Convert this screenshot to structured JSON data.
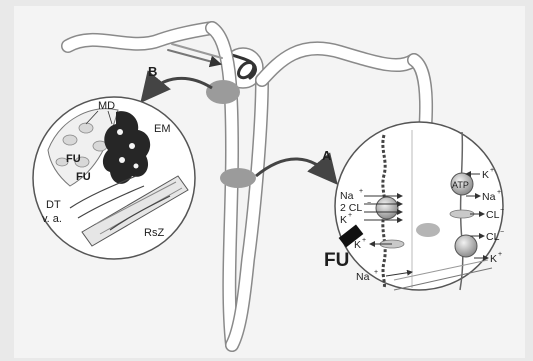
{
  "diagram": {
    "label_a": "A",
    "label_b": "B",
    "left_inset": {
      "md": "MD",
      "em": "EM",
      "fu1": "FU",
      "fu2": "FU",
      "dt": "DT",
      "va": "v. a.",
      "rsz": "RsZ"
    },
    "right_inset": {
      "na_plus": "Na",
      "two_cl": "2 CL",
      "k_plus_1": "K",
      "k_plus_2": "K",
      "fu": "FU",
      "na_plus_bottom": "Na",
      "atp": "ATP",
      "k_plus_right": "K",
      "na_plus_right": "Na",
      "cl_minus_1": "CL",
      "cl_minus_2": "CL",
      "k_plus_right_bottom": "K"
    },
    "colors": {
      "tubule": "#ffffff",
      "outline": "#7b7b7b",
      "arrow": "#444444",
      "patch": "#9b9b9b"
    }
  }
}
